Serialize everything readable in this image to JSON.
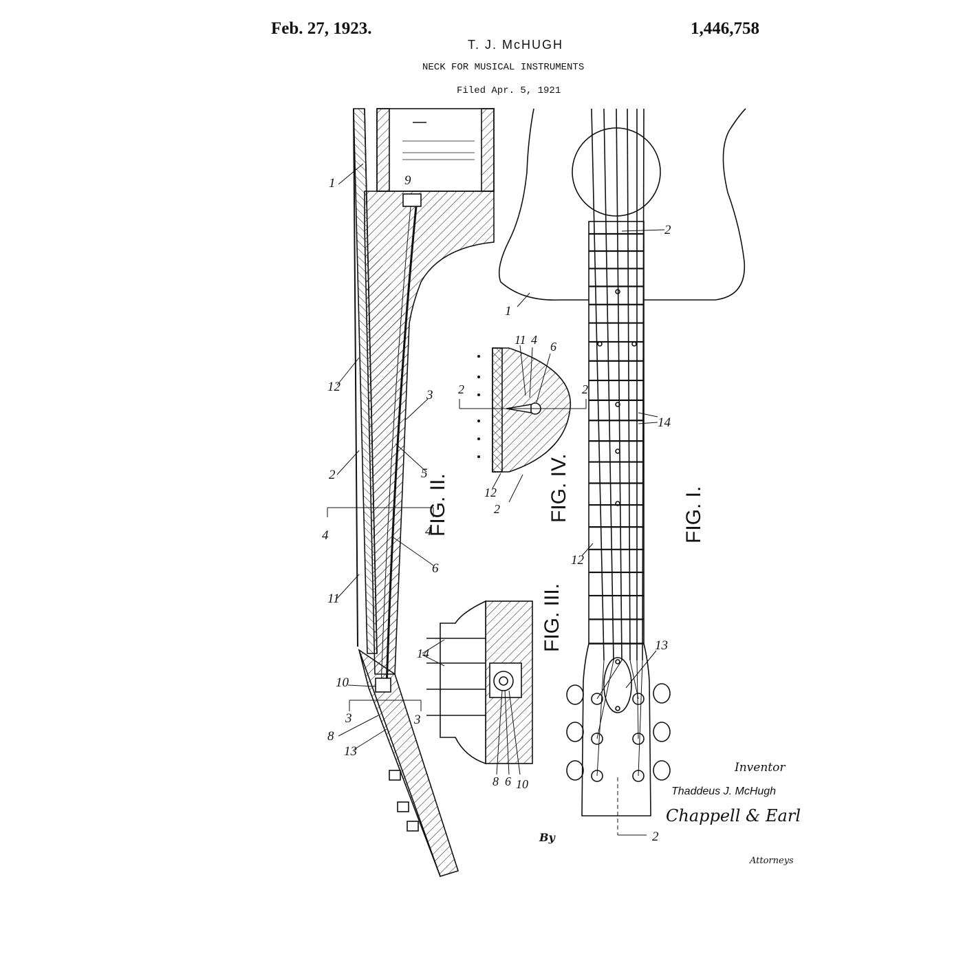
{
  "header": {
    "date": "Feb. 27, 1923.",
    "patent_number": "1,446,758",
    "inventor": "T. J. McHUGH",
    "title": "NECK FOR MUSICAL INSTRUMENTS",
    "filed": "Filed Apr. 5, 1921"
  },
  "figures": {
    "fig1": "FIG. I.",
    "fig2": "FIG. II.",
    "fig3": "FIG. III.",
    "fig4": "FIG. IV."
  },
  "reference_numerals": {
    "n1": "1",
    "n2": "2",
    "n3": "3",
    "n4": "4",
    "n5": "5",
    "n6": "6",
    "n8": "8",
    "n9": "9",
    "n10": "10",
    "n11": "11",
    "n12": "12",
    "n13": "13",
    "n14": "14"
  },
  "signature": {
    "inventor_label": "Inventor",
    "inventor_name": "Thaddeus J. McHugh",
    "attorney_signature": "Chappell & Earl",
    "by": "By",
    "attorneys_label": "Attorneys"
  }
}
